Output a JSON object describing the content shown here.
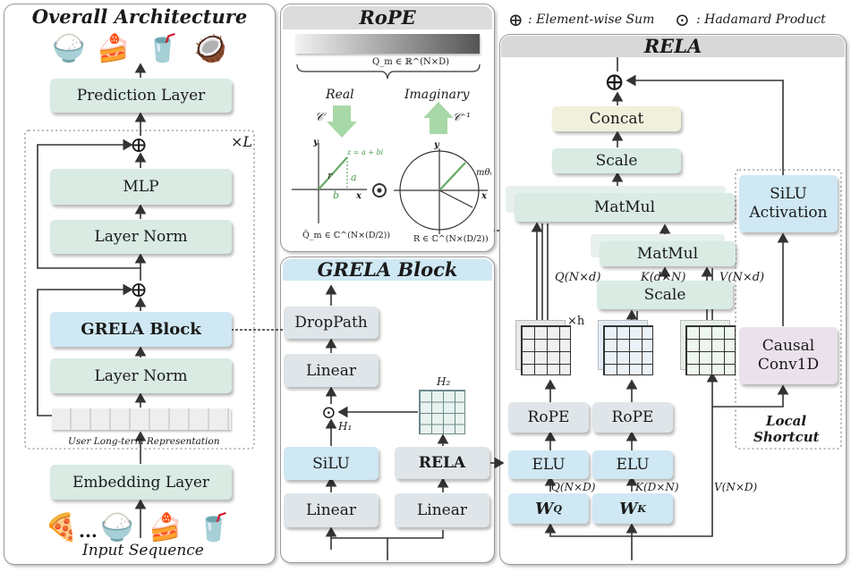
{
  "legend": {
    "sum_symbol": "⊕",
    "sum_text": ": Element-wise Sum",
    "hadamard_symbol": "⊙",
    "hadamard_text": ": Hadamard Product"
  },
  "overall": {
    "title": "Overall Architecture",
    "prediction_layer": "Prediction Layer",
    "repeat_label": "×L",
    "mlp": "MLP",
    "layer_norm_top": "Layer Norm",
    "grela_block": "GRELA Block",
    "layer_norm_bottom": "Layer Norm",
    "user_repr": "User Long-term Representation",
    "embedding_layer": "Embedding Layer",
    "input_sequence": "Input Sequence",
    "ellipsis": "...",
    "output_icons": [
      "rice-bowl-icon",
      "cake-icon",
      "drink-cup-icon",
      "coconut-icon"
    ],
    "input_icons": [
      "pizza-icon",
      "rice-bowl-icon",
      "cake-icon",
      "drink-cup-icon"
    ]
  },
  "rope": {
    "title": "RoPE",
    "q_label": "Q_m ∈ ℝ^(N×D)",
    "real": "Real",
    "imaginary": "Imaginary",
    "c": "𝒞",
    "c_inv": "𝒞⁻¹",
    "z_label": "z = a + bi",
    "r": "r",
    "a": "a",
    "b": "b",
    "x": "x",
    "y": "y",
    "theta": "mθᵢ",
    "q_bar": "Q̄_m ∈ ℂ^(N×(D/2))",
    "r_matrix": "R ∈ ℂ^(N×(D/2))"
  },
  "grela": {
    "title": "GRELA Block",
    "droppath": "DropPath",
    "linear_top": "Linear",
    "silu": "SiLU",
    "relа_label": "RELA",
    "linear_left": "Linear",
    "linear_right": "Linear",
    "h1": "H₁",
    "h2": "H₂"
  },
  "rela": {
    "title": "RELA",
    "concat": "Concat",
    "scale_top": "Scale",
    "matmul_top": "MatMul",
    "matmul_inner": "MatMul",
    "scale_inner": "Scale",
    "silu_activation_1": "SiLU",
    "silu_activation_2": "Activation",
    "causal_1": "Causal",
    "causal_2": "Conv1D",
    "q_nd": "Q(N×d)",
    "k_dn": "K(d×N)",
    "v_nd": "V(N×d)",
    "times_h": "×h",
    "rope_q": "RoPE",
    "rope_k": "RoPE",
    "elu_q": "ELU",
    "elu_k": "ELU",
    "wq": "W",
    "wq_sub": "Q",
    "wk": "W",
    "wk_sub": "K",
    "q_ND": "Q(N×D)",
    "k_DN": "K(D×N)",
    "v_ND": "V(N×D)",
    "local_1": "Local",
    "local_2": "Shortcut"
  }
}
